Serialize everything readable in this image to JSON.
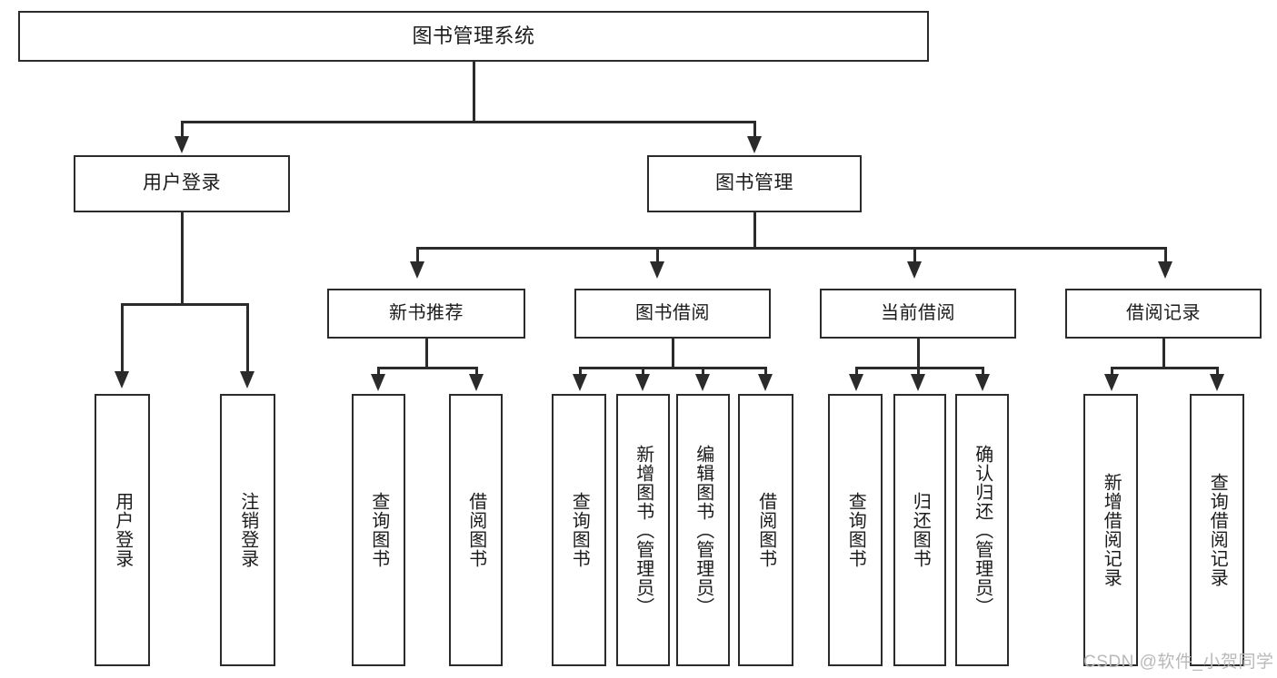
{
  "diagram": {
    "type": "tree-hierarchy",
    "title": "图书管理系统",
    "root": {
      "label": "图书管理系统"
    },
    "level1": [
      {
        "label": "用户登录"
      },
      {
        "label": "图书管理"
      }
    ],
    "level2": [
      {
        "label": "新书推荐"
      },
      {
        "label": "图书借阅"
      },
      {
        "label": "当前借阅"
      },
      {
        "label": "借阅记录"
      }
    ],
    "leaves": [
      {
        "label": "用户登录",
        "parent": "用户登录"
      },
      {
        "label": "注销登录",
        "parent": "用户登录"
      },
      {
        "label": "查询图书",
        "parent": "新书推荐"
      },
      {
        "label": "借阅图书",
        "parent": "新书推荐"
      },
      {
        "label": "查询图书",
        "parent": "图书借阅"
      },
      {
        "label": "新增图书（管理员）",
        "parent": "图书借阅"
      },
      {
        "label": "编辑图书（管理员）",
        "parent": "图书借阅"
      },
      {
        "label": "借阅图书",
        "parent": "图书借阅"
      },
      {
        "label": "查询图书",
        "parent": "当前借阅"
      },
      {
        "label": "归还图书",
        "parent": "当前借阅"
      },
      {
        "label": "确认归还（管理员）",
        "parent": "当前借阅"
      },
      {
        "label": "新增借阅记录",
        "parent": "借阅记录"
      },
      {
        "label": "查询借阅记录",
        "parent": "借阅记录"
      }
    ],
    "colors": {
      "stroke": "#2b2b2b",
      "fill": "#ffffff",
      "text": "#1b1b1b",
      "watermark": "#b9b9b9"
    }
  },
  "watermark": {
    "text": "CSDN @软件_小贺同学"
  }
}
